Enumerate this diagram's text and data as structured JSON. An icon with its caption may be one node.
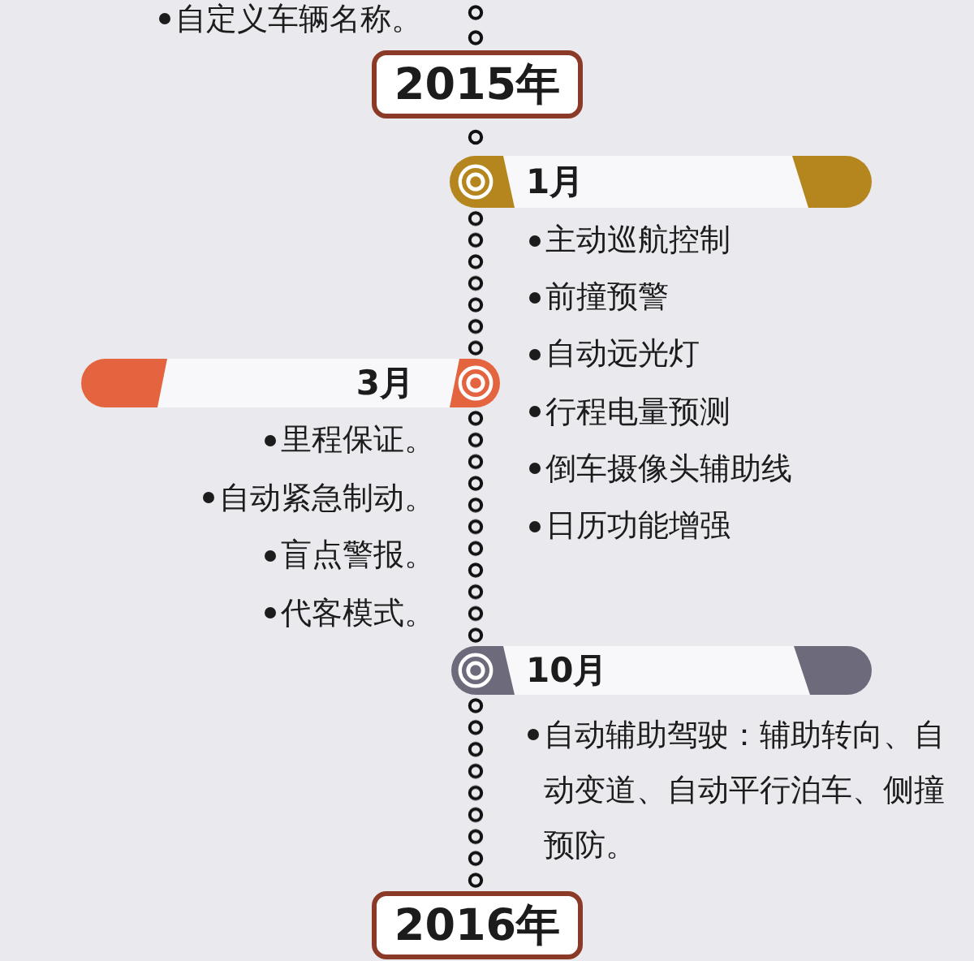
{
  "diagram": {
    "nodes": [
      {
        "text": [
          "2015年"
        ]
      },
      {
        "text": [
          "1月"
        ],
        "beside": [
          "主动巡航控制",
          "前撞预警",
          "自动远光灯",
          "行程电量预测",
          "倒车摄像头辅助线",
          "日历功能增强"
        ]
      },
      {
        "text": [
          "3月"
        ],
        "beside": [
          "里程保证。",
          "自动紧急制动。",
          "盲点警报。",
          "代客模式。"
        ]
      },
      {
        "text": [
          "10月"
        ],
        "beside": [
          "自动辅助驾驶：辅助转向、自动变道、自动平行泊车、侧撞预防。"
        ]
      },
      {
        "text": [
          "2016年"
        ]
      }
    ],
    "edges": [
      {
        "from": null,
        "to": 0,
        "arrow": "none"
      },
      {
        "from": 0,
        "to": 1,
        "arrow": "none"
      },
      {
        "from": 1,
        "to": 2,
        "arrow": "none"
      },
      {
        "from": 2,
        "to": 3,
        "arrow": "none"
      },
      {
        "from": 3,
        "to": 4,
        "arrow": "none"
      }
    ],
    "labels": [
      "自定义车辆名称。"
    ]
  }
}
